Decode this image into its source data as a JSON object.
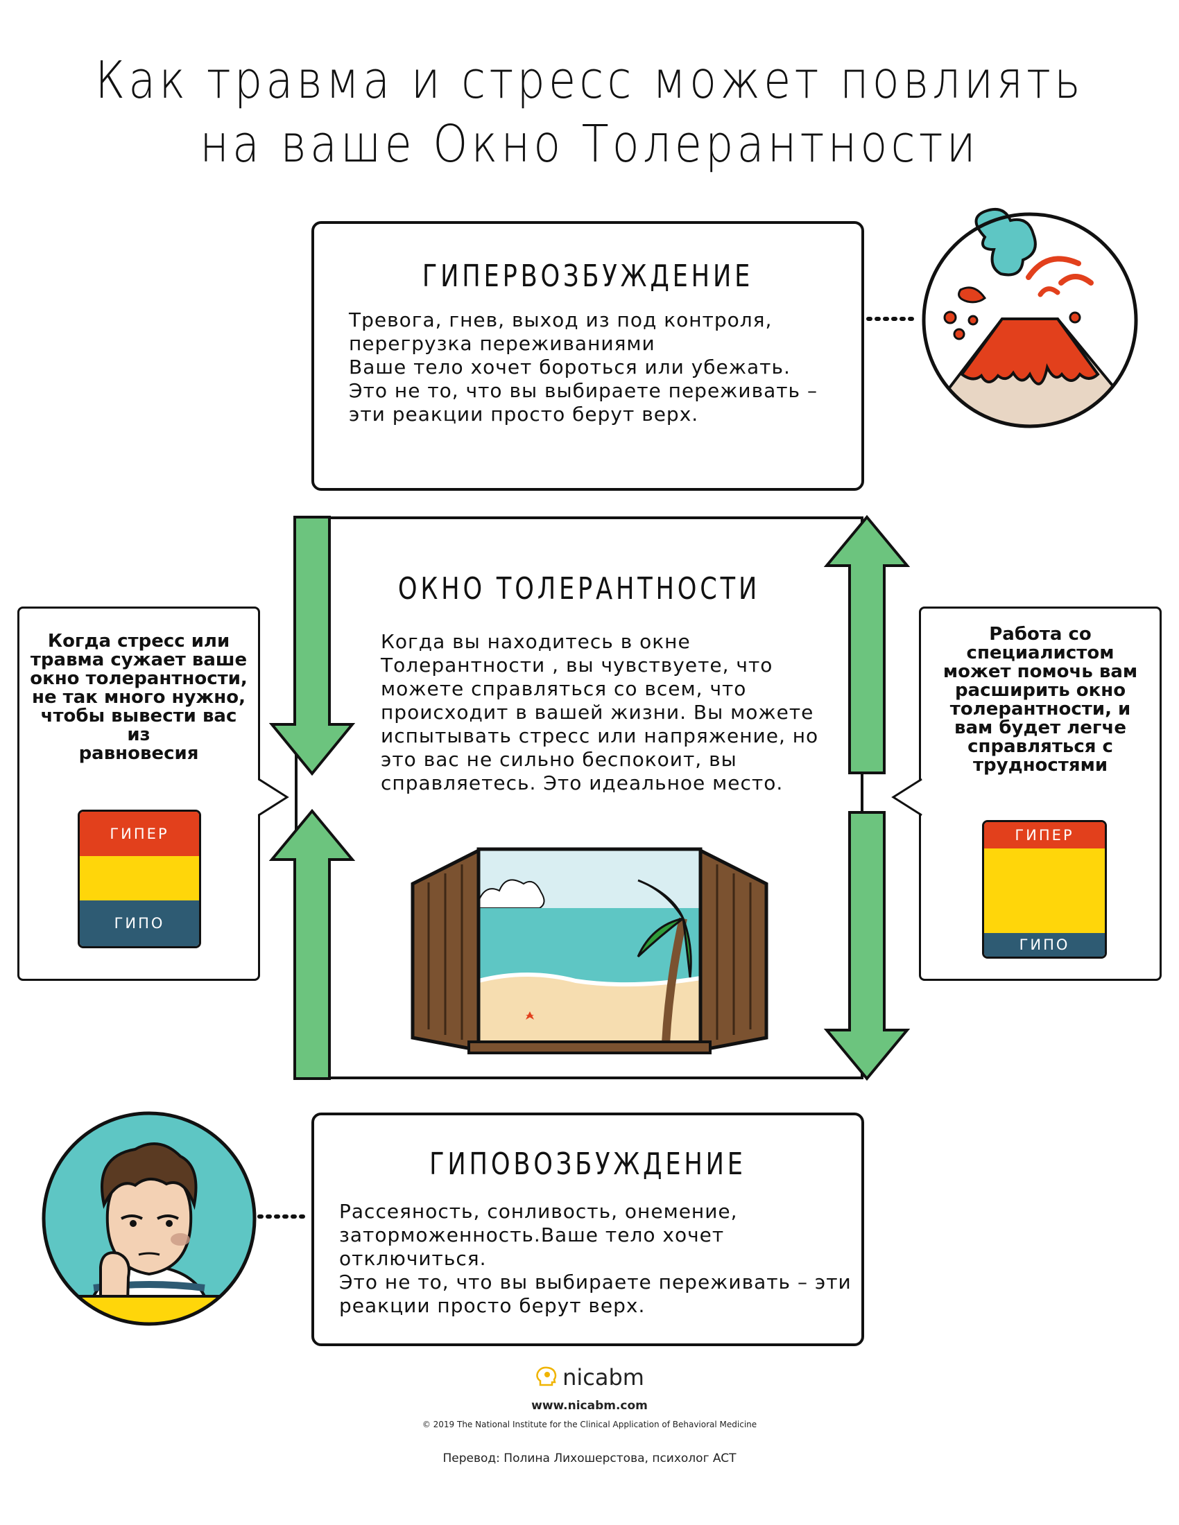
{
  "title": {
    "line1": "Как травма и стресс может повлиять",
    "line2": "на ваше Окно Толерантности"
  },
  "hyper_box": {
    "heading": "ГИПЕРВОЗБУЖДЕНИЕ",
    "lines": [
      "Тревога, гнев, выход из под контроля,",
      "перегрузка переживаниями",
      "Ваше тело хочет бороться или убежать.",
      "Это не то, что вы выбираете переживать –",
      "эти реакции просто берут верх."
    ],
    "icon": "volcano-icon"
  },
  "window_box": {
    "heading": "ОКНО ТОЛЕРАНТНОСТИ",
    "lines": [
      "Когда вы находитесь в окне",
      "Толерантности , вы чувствуете, что",
      "можете справляться со всем, что",
      "происходит в вашей жизни. Вы можете",
      "испытывать стресс или напряжение, но",
      "это вас не сильно беспокоит, вы",
      "справляетесь. Это идеальное место."
    ],
    "icon": "beach-window-icon"
  },
  "hypo_box": {
    "heading": "ГИПОВОЗБУЖДЕНИЕ",
    "lines": [
      "Рассеяность, сонливость, онемение,",
      "заторможенность.Ваше тело хочет отключиться.",
      "Это не то, что вы выбираете переживать – эти",
      "реакции просто берут верх."
    ],
    "icon": "bored-person-icon"
  },
  "left_note": {
    "lines": [
      "Когда стресс или",
      "травма сужает ваше",
      "окно толерантности,",
      "не так много нужно,",
      "чтобы вывести вас из",
      "равновесия"
    ],
    "meter": {
      "hyper": "ГИПЕР",
      "hypo": "ГИПО"
    }
  },
  "right_note": {
    "lines": [
      "Работа со",
      "специалистом",
      "может помочь вам",
      "расширить окно",
      "толерантности, и",
      "вам будет легче",
      "справляться с",
      "трудностями"
    ],
    "meter": {
      "hyper": "ГИПЕР",
      "hypo": "ГИПО"
    }
  },
  "colors": {
    "hyper": "#e2401c",
    "tolerance": "#ffd60a",
    "hypo": "#2e5b73",
    "arrow": "#6cc47e",
    "sky": "#5ec6c4"
  },
  "footer": {
    "brand": "nicabm",
    "url": "www.nicabm.com",
    "copyright": "© 2019 The National Institute for the Clinical Application of Behavioral Medicine",
    "translation": "Перевод: Полина Лихошерстова, психолог ACT"
  }
}
